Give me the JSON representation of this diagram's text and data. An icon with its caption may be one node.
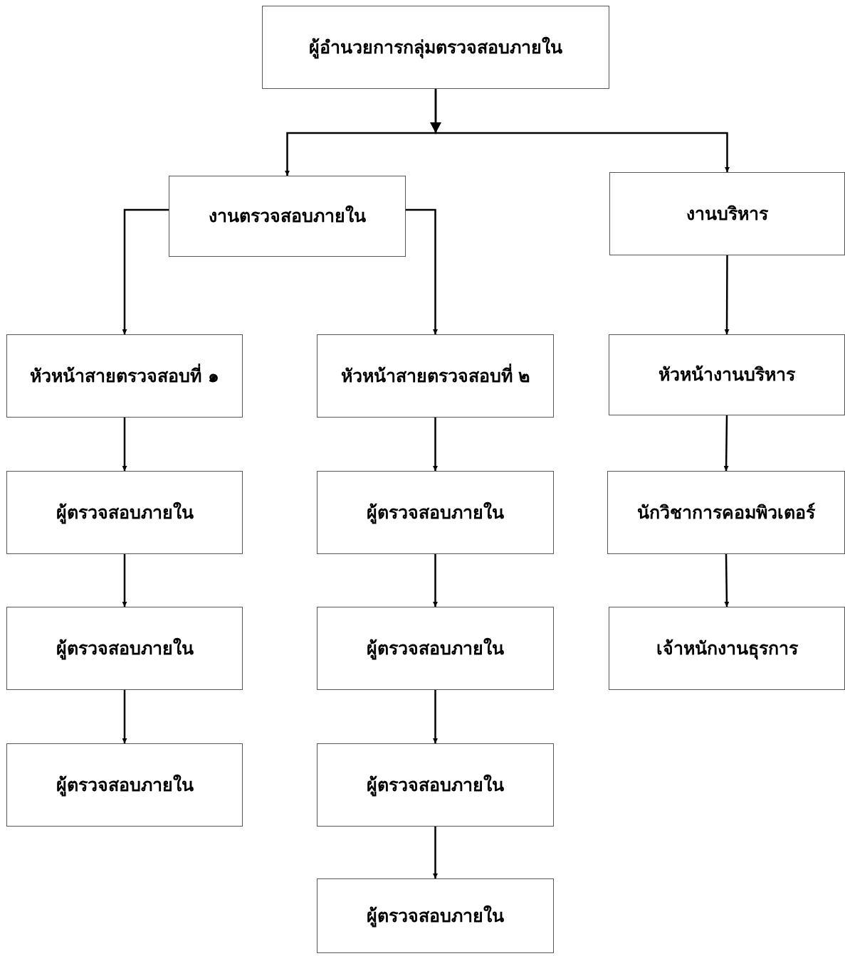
{
  "diagram": {
    "nodes": [
      {
        "text": [
          "ผู้อำนวยการกลุ่มตรวจสอบภายใน"
        ]
      },
      {
        "text": [
          "งานตรวจสอบภายใน"
        ]
      },
      {
        "text": [
          "งานบริหาร"
        ]
      },
      {
        "text": [
          "หัวหน้าสายตรวจสอบที่ ๑"
        ]
      },
      {
        "text": [
          "หัวหน้าสายตรวจสอบที่ ๒"
        ]
      },
      {
        "text": [
          "หัวหน้างานบริหาร"
        ]
      },
      {
        "text": [
          "ผู้ตรวจสอบภายใน"
        ]
      },
      {
        "text": [
          "ผู้ตรวจสอบภายใน"
        ]
      },
      {
        "text": [
          "นักวิชาการคอมพิวเตอร์"
        ]
      },
      {
        "text": [
          "ผู้ตรวจสอบภายใน"
        ]
      },
      {
        "text": [
          "ผู้ตรวจสอบภายใน"
        ]
      },
      {
        "text": [
          "เจ้าหนักงานธุรการ"
        ]
      },
      {
        "text": [
          "ผู้ตรวจสอบภายใน"
        ]
      },
      {
        "text": [
          "ผู้ตรวจสอบภายใน"
        ]
      },
      {
        "text": [
          "ผู้ตรวจสอบภายใน"
        ]
      }
    ],
    "edges": [
      {
        "from": 0,
        "to": 1,
        "arrow": "to"
      },
      {
        "from": 0,
        "to": 2,
        "arrow": "to"
      },
      {
        "from": 1,
        "to": 3,
        "arrow": "to"
      },
      {
        "from": 1,
        "to": 4,
        "arrow": "to"
      },
      {
        "from": 2,
        "to": 5,
        "arrow": "to"
      },
      {
        "from": 3,
        "to": 6,
        "arrow": "to"
      },
      {
        "from": 6,
        "to": 9,
        "arrow": "to"
      },
      {
        "from": 9,
        "to": 12,
        "arrow": "to"
      },
      {
        "from": 4,
        "to": 7,
        "arrow": "to"
      },
      {
        "from": 7,
        "to": 10,
        "arrow": "to"
      },
      {
        "from": 10,
        "to": 13,
        "arrow": "to"
      },
      {
        "from": 13,
        "to": 14,
        "arrow": "to"
      },
      {
        "from": 5,
        "to": 8,
        "arrow": "to"
      },
      {
        "from": 8,
        "to": 11,
        "arrow": "to"
      }
    ]
  }
}
